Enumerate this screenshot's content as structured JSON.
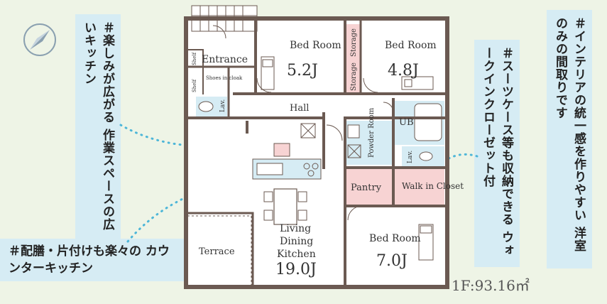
{
  "callouts": {
    "kitchen_space": "＃楽しみが広がる 作業スペースの広いキッチン",
    "counter_kitchen": "＃配膳・片付けも楽々の カウンターキッチン",
    "walk_in_closet": "＃スーツケース等も収納できる ウォークインクローゼット付",
    "interior": "＃インテリアの統一感を作りやすい 洋室のみの間取りです"
  },
  "rooms": {
    "entrance": "Entrance",
    "hall": "Hall",
    "bed1": "Bed Room",
    "bed1_area": "5.2J",
    "bed2": "Bed Room",
    "bed2_area": "4.8J",
    "bed3": "Bed Room",
    "bed3_area": "7.0J",
    "storage": "Storage",
    "ub": "UB",
    "powder": "Powder Room",
    "lav": "Lav.",
    "pantry": "Pantry",
    "wic": "Walk in Closet",
    "terrace": "Terrace",
    "ldk_1": "Living",
    "ldk_2": "Dining",
    "ldk_3": "Kitchen",
    "ldk_area": "19.0J",
    "shelf": "Shelf",
    "shoes": "Shoes in cloak"
  },
  "floor_area": "1F:93.16㎡",
  "icons": {
    "compass": "compass-icon"
  },
  "colors": {
    "wall": "#6b5a52",
    "accent_pink": "#f7d3d3",
    "accent_blue": "#d6ecf4",
    "dots": "#4db6d8"
  }
}
